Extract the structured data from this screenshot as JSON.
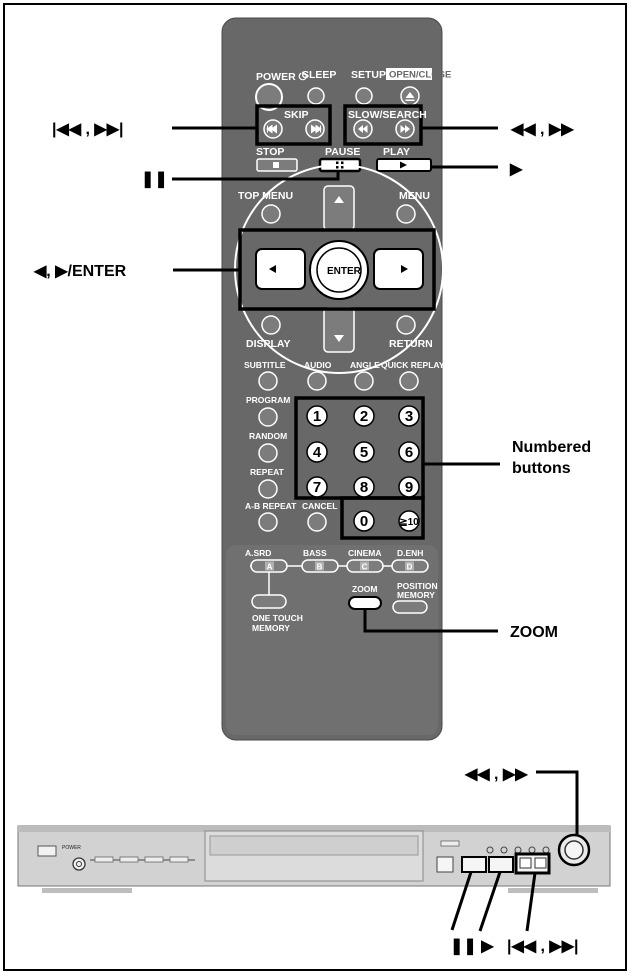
{
  "remote": {
    "power": "POWER ⏻",
    "sleep": "SLEEP",
    "setup": "SETUP",
    "open_close": "OPEN/CLOSE",
    "skip": "SKIP",
    "slow_search": "SLOW/SEARCH",
    "stop": "STOP",
    "pause": "PAUSE",
    "play": "PLAY",
    "top_menu": "TOP MENU",
    "menu": "MENU",
    "enter": "ENTER",
    "display": "DISPLAY",
    "return": "RETURN",
    "subtitle": "SUBTITLE",
    "audio": "AUDIO",
    "angle": "ANGLE",
    "quick_replay": "QUICK REPLAY",
    "program": "PROGRAM",
    "random": "RANDOM",
    "repeat": "REPEAT",
    "ab_repeat": "A-B REPEAT",
    "cancel": "CANCEL",
    "digits": [
      "1",
      "2",
      "3",
      "4",
      "5",
      "6",
      "7",
      "8",
      "9",
      "0",
      "≧10"
    ],
    "asrd": "A.SRD",
    "bass": "BASS",
    "cinema": "CINEMA",
    "denh": "D.ENH",
    "key_a": "A",
    "key_b": "B",
    "key_c": "C",
    "key_d": "D",
    "zoom": "ZOOM",
    "position_memory_1": "POSITION",
    "position_memory_2": "MEMORY",
    "one_touch_memory_1": "ONE TOUCH",
    "one_touch_memory_2": "MEMORY"
  },
  "callouts": {
    "skip": "|◀◀ , ▶▶|",
    "search": "◀◀ , ▶▶",
    "pause": "❚❚",
    "play": "▶",
    "cursor_enter": "◀, ▶/ENTER",
    "numbered_1": "Numbered",
    "numbered_2": "buttons",
    "zoom": "ZOOM",
    "player_search": "◀◀ , ▶▶",
    "player_pause_play": "❚❚  ▶",
    "player_skip": "|◀◀ , ▶▶|"
  },
  "colors": {
    "remote_body": "#686868",
    "remote_button": "#7c7c7c",
    "player_body": "#d2d2d2",
    "ink": "#000000"
  }
}
